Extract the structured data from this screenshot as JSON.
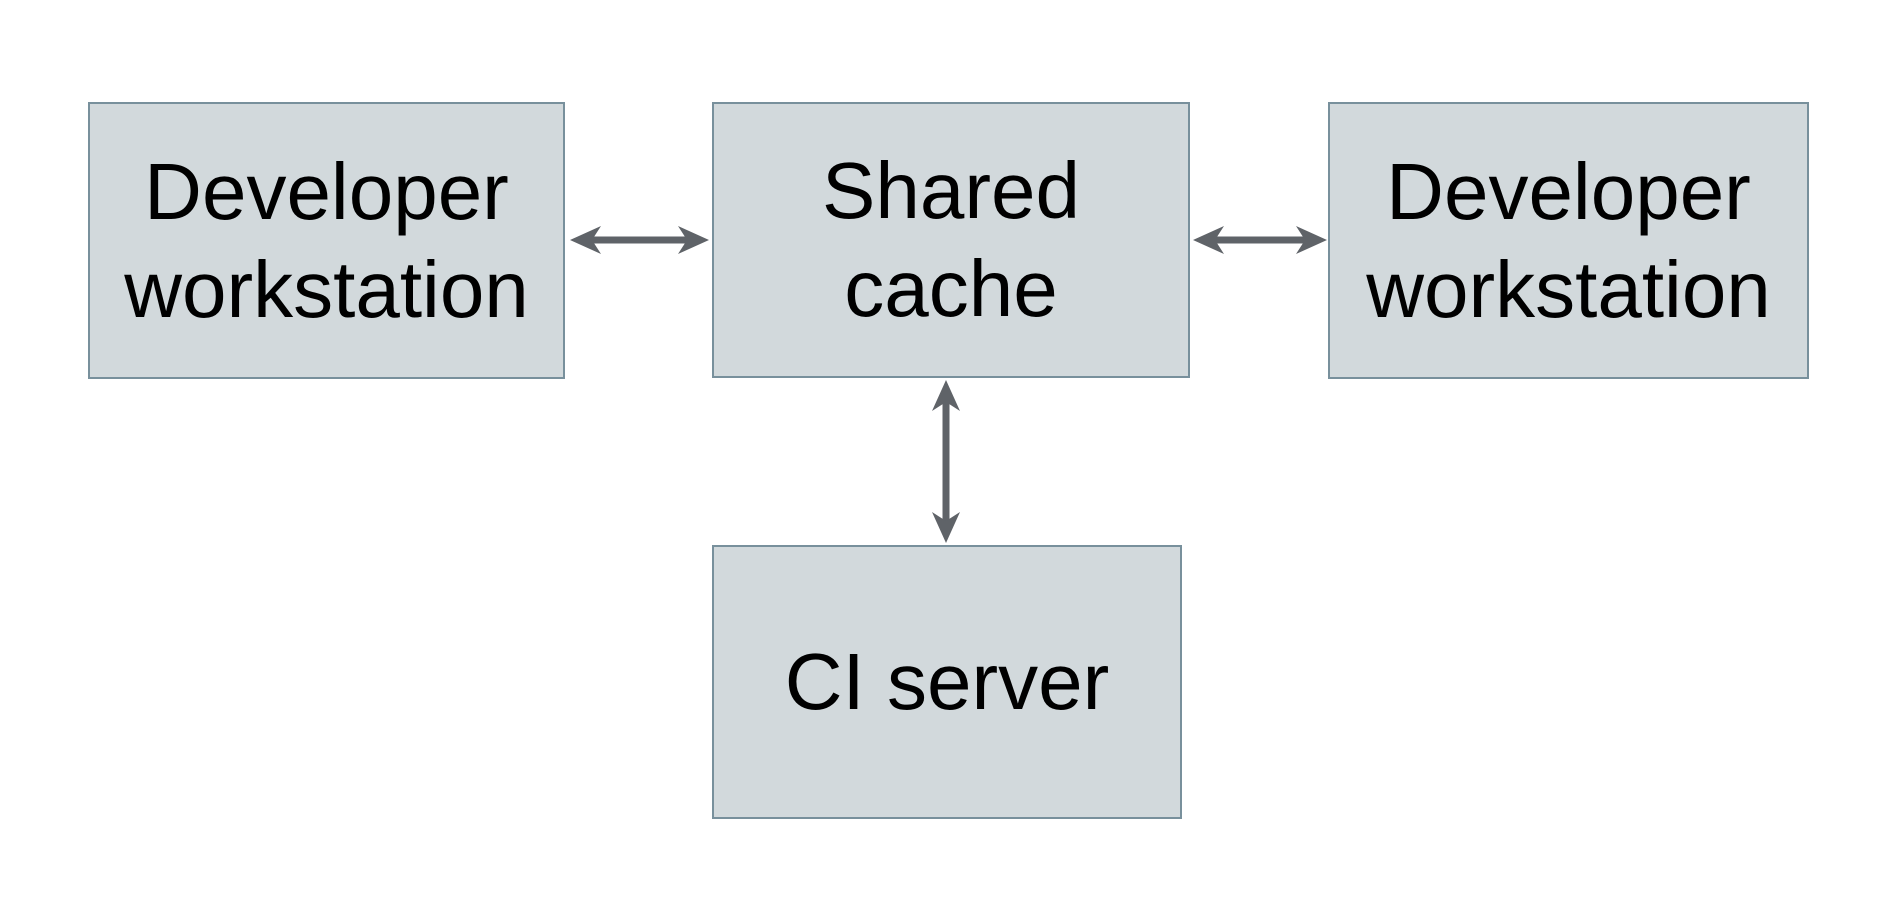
{
  "diagram": {
    "type": "architecture-diagram",
    "background": "white",
    "nodes": [
      {
        "id": "developer-workstation-left",
        "label": "Developer workstation"
      },
      {
        "id": "shared-cache",
        "label": "Shared cache"
      },
      {
        "id": "developer-workstation-right",
        "label": "Developer workstation"
      },
      {
        "id": "ci-server",
        "label": "CI server"
      }
    ],
    "edges": [
      {
        "from": "developer-workstation-left",
        "to": "shared-cache",
        "direction": "bidirectional",
        "orientation": "horizontal"
      },
      {
        "from": "shared-cache",
        "to": "developer-workstation-right",
        "direction": "bidirectional",
        "orientation": "horizontal"
      },
      {
        "from": "shared-cache",
        "to": "ci-server",
        "direction": "bidirectional",
        "orientation": "vertical"
      }
    ],
    "colors": {
      "node_fill": "#d2d9dc",
      "node_border": "#78909c",
      "arrow": "#5f6368",
      "text": "#000000",
      "background": "#ffffff"
    }
  }
}
